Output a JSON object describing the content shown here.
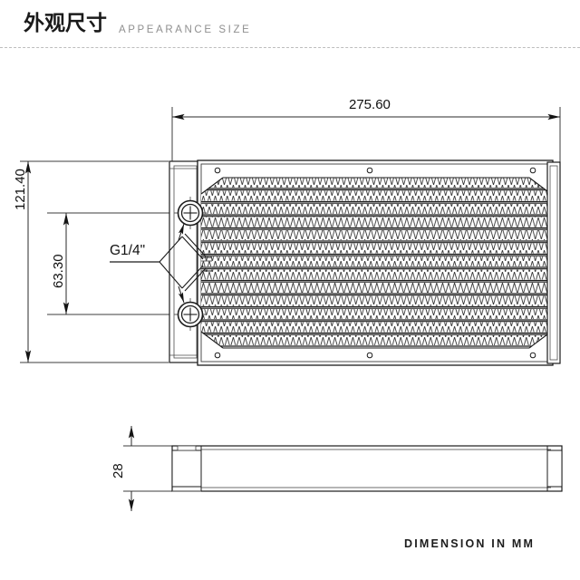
{
  "header": {
    "title_cn": "外观尺寸",
    "title_en": "APPEARANCE SIZE"
  },
  "footer": {
    "units_note": "DIMENSION IN MM"
  },
  "drawing": {
    "type": "engineering-dimension-drawing",
    "subject": "240mm water cooling radiator",
    "views": [
      {
        "name": "front-view",
        "label": ""
      },
      {
        "name": "side-view",
        "label": ""
      }
    ],
    "dimensions": {
      "overall_length": "275.60",
      "overall_height": "121.40",
      "port_spacing": "63.30",
      "thickness": "28"
    },
    "annotations": {
      "port_thread": "G1/4\""
    },
    "colors": {
      "line": "#1b1b1b",
      "line_light": "#6f6f6f",
      "fin": "#3a3a3a",
      "background": "#ffffff",
      "accent_gray": "#8f8f8f"
    }
  }
}
